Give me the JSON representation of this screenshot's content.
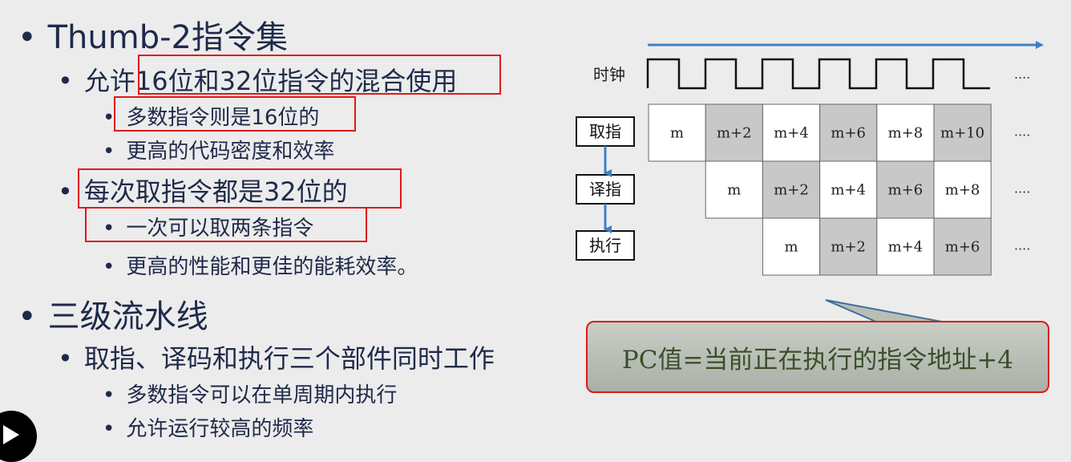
{
  "bullets": {
    "b1": "Thumb-2指令集",
    "b1_1_prefix": "允许",
    "b1_1_highlight": "16位和32位指令的混合使用",
    "b1_1_1": "多数指令则是16位的",
    "b1_1_2": "更高的代码密度和效率",
    "b1_2": "每次取指令都是32位的",
    "b1_2_1": "一次可以取两条指令",
    "b1_2_2": "更高的性能和更佳的能耗效率。",
    "b2": "三级流水线",
    "b2_1": "取指、译码和执行三个部件同时工作",
    "b2_1_1": "多数指令可以在单周期内执行",
    "b2_1_2": "允许运行较高的频率"
  },
  "diagram": {
    "clock_label": "时钟",
    "ellipsis": "....",
    "stages": [
      "取指",
      "译指",
      "执行"
    ],
    "rows": [
      [
        "m",
        "m+2",
        "m+4",
        "m+6",
        "m+8",
        "m+10"
      ],
      [
        "m",
        "m+2",
        "m+4",
        "m+6",
        "m+8"
      ],
      [
        "m",
        "m+2",
        "m+4",
        "m+6"
      ]
    ],
    "callout": "PC值=当前正在执行的指令地址+4",
    "colors": {
      "shaded": "#c8c8c8",
      "plain": "#ffffff",
      "arrow": "#3f7fc6"
    }
  }
}
